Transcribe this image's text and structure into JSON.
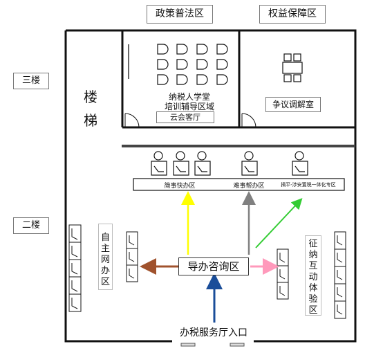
{
  "zones": {
    "policy_zone": "政策普法区",
    "rights_zone": "权益保障区",
    "stairs_line1": "楼",
    "stairs_line2": "梯",
    "training_line1": "纳税人学堂",
    "training_line2": "培训辅导区域",
    "cloud_hall": "云会客厅",
    "mediation_room": "争议调解室",
    "simple_office": "简事快办区",
    "difficult_office": "难事帮办区",
    "integrated_office": "摘平-涉安置税一体化专区",
    "self_service_line1": "自主",
    "self_service_line2": "网办",
    "self_service_line3": "区",
    "guide_desk": "导办咨询区",
    "experience_zone": "征纳互动体验区",
    "entrance": "办税服务厅入口"
  },
  "floors": {
    "third": "三楼",
    "second": "二楼"
  },
  "arrow_colors": {
    "up_simple": "#ffff00",
    "up_difficult": "#808080",
    "up_integrated": "#33cc33",
    "left_self_service": "#a0522d",
    "right_experience": "#ff99bb",
    "from_entrance": "#1a4d99"
  }
}
